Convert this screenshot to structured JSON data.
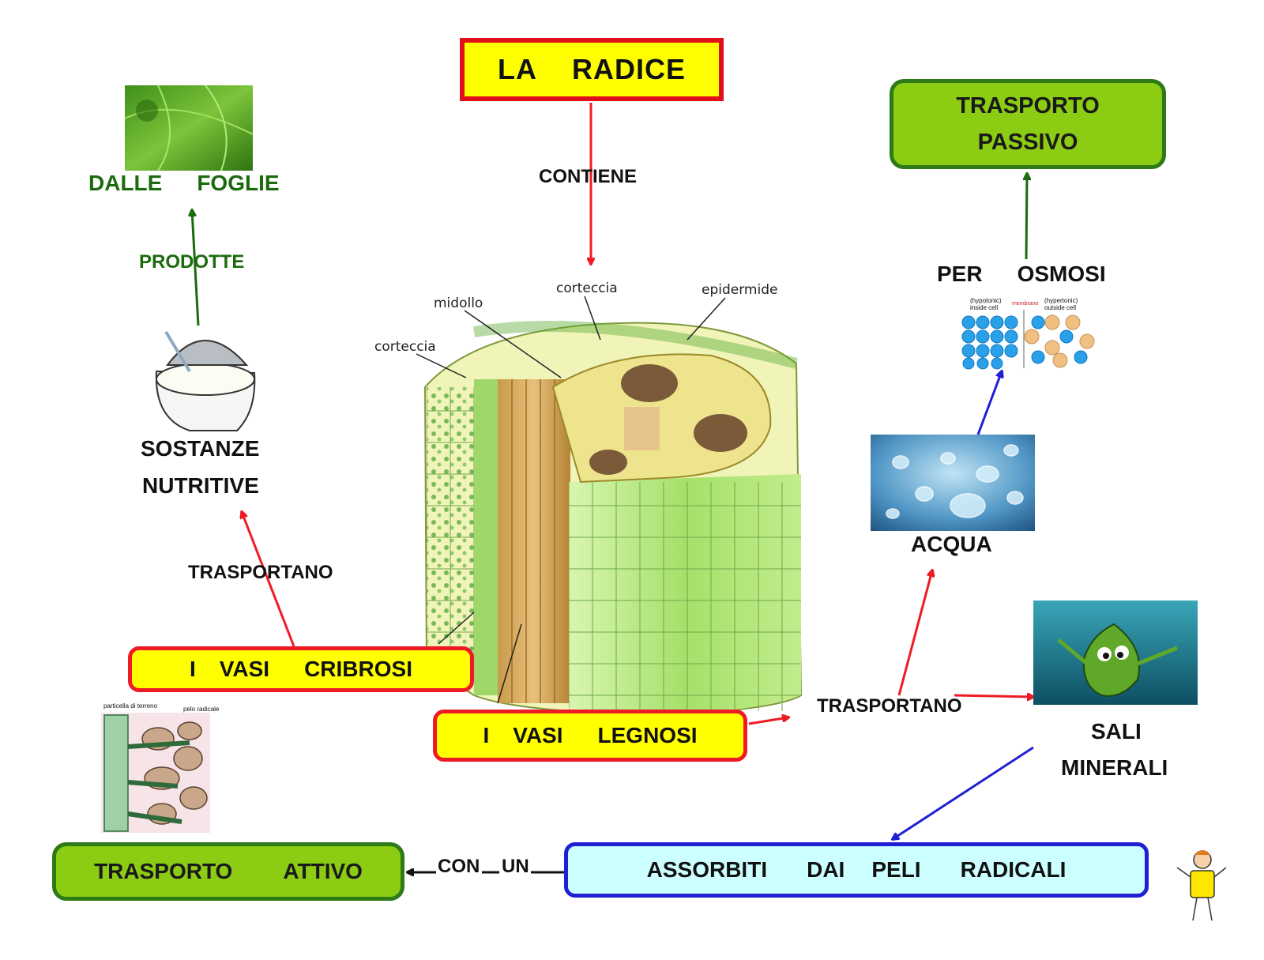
{
  "title": "LA RADICE",
  "title_parts": [
    "LA",
    "RADICE"
  ],
  "links": {
    "contiene": "CONTIENE",
    "prodotte": "PRODOTTE",
    "trasportano_left": "TRASPORTANO",
    "trasportano_right": "TRASPORTANO",
    "con": "CON",
    "un": "UN"
  },
  "nodes": {
    "dalle_foglie": [
      "DALLE",
      "FOGLIE"
    ],
    "sostanze_nutritive": [
      "SOSTANZE",
      "NUTRITIVE"
    ],
    "vasi_cribrosi": [
      "I",
      "VASI",
      "CRIBROSI"
    ],
    "vasi_legnosi": [
      "I",
      "VASI",
      "LEGNOSI"
    ],
    "trasporto_passivo": [
      "TRASPORTO",
      "PASSIVO"
    ],
    "per_osmosi": [
      "PER",
      "OSMOSI"
    ],
    "acqua": "ACQUA",
    "sali_minerali": [
      "SALI",
      "MINERALI"
    ],
    "assorbiti": [
      "ASSORBITI",
      "DAI",
      "PELI",
      "RADICALI"
    ],
    "trasporto_attivo": [
      "TRASPORTO",
      "ATTIVO"
    ]
  },
  "root_labels": {
    "midollo": "midollo",
    "corteccia_top": "corteccia",
    "epidermide": "epidermide",
    "corteccia_left": "corteccia"
  },
  "osmosis_labels": {
    "inside": "(hypotonic) inside cell",
    "membrane": "membrane",
    "outside": "(hypertonic) outside cell"
  },
  "soil_labels": {
    "particella": "particella di terreno",
    "pelo": "pelo radicale"
  },
  "colors": {
    "red": "#ee1b24",
    "green": "#1b6b0e",
    "blue": "#1f1fd4",
    "yellow": "#ffff00",
    "lime": "#8ccd14",
    "cyan": "#ccffff"
  }
}
